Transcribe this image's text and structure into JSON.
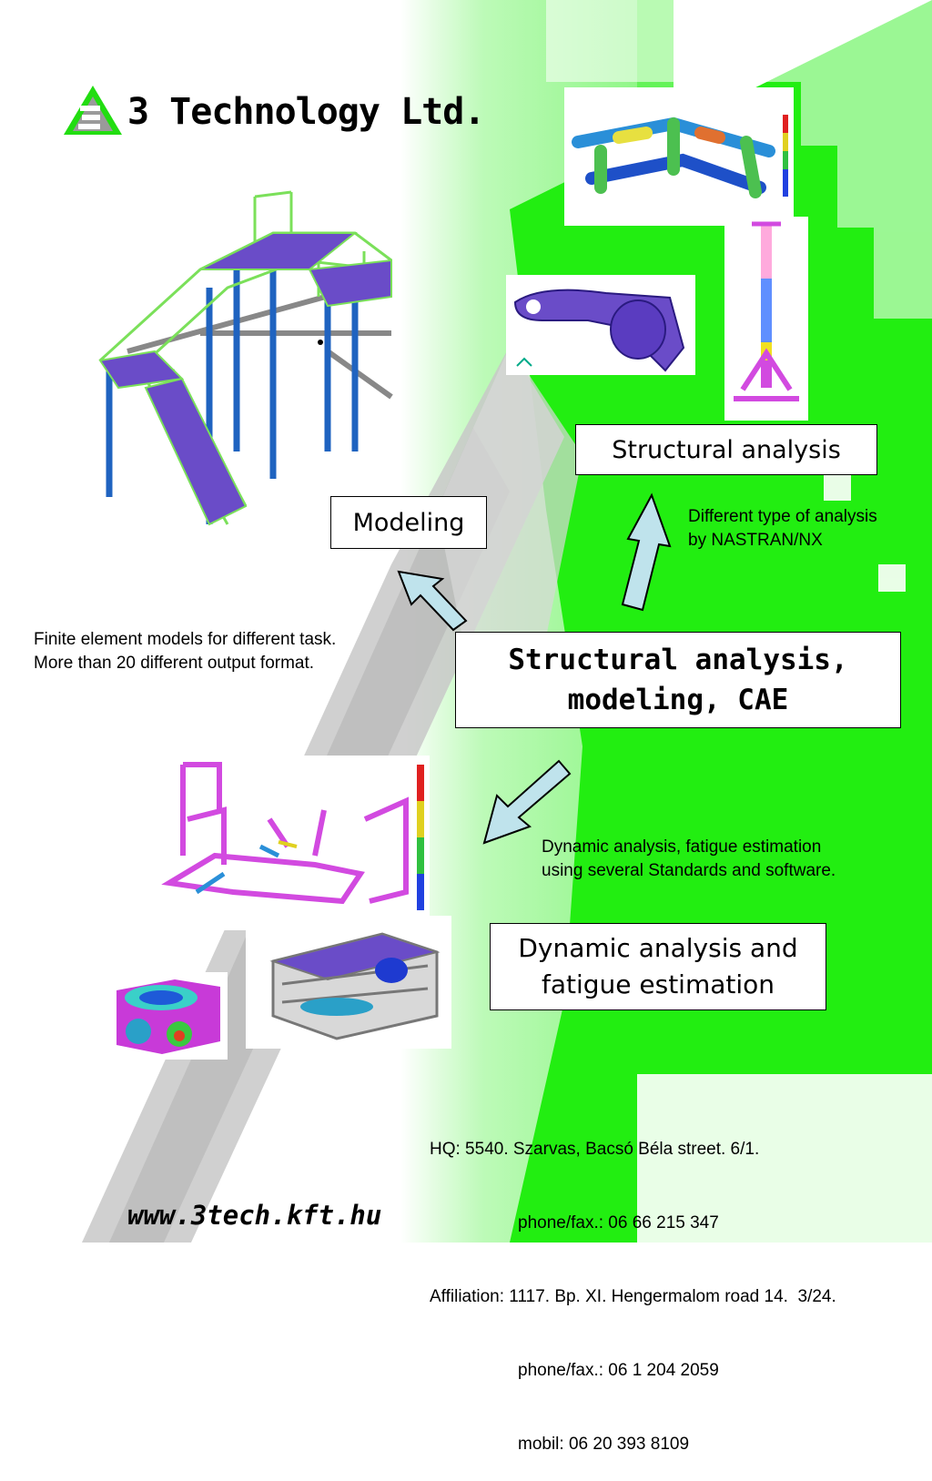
{
  "header": {
    "company_name": "3 Technology Ltd."
  },
  "boxes": {
    "structural": "Structural analysis",
    "modeling": "Modeling",
    "central_line1": "Structural analysis,",
    "central_line2": "modeling, CAE",
    "dynamic_line1": "Dynamic analysis and",
    "dynamic_line2": "fatigue estimation"
  },
  "captions": {
    "structural_line1": "Different type of analysis",
    "structural_line2": "by NASTRAN/NX",
    "modeling_line1": "Finite element models for different task.",
    "modeling_line2": "More than 20 different output format.",
    "dynamic_line1": "Dynamic analysis, fatigue estimation",
    "dynamic_line2": "using several Standards and software."
  },
  "contact": {
    "hq": "HQ: 5540. Szarvas, Bacsó Béla street. 6/1.",
    "hq_phone": "phone/fax.: 06 66 215 347",
    "affiliation": "Affiliation: 1117. Bp. XI. Hengermalom road 14.  3/24.",
    "aff_phone": "phone/fax.: 06 1 204 2059",
    "mobile": "mobil: 06 20 393 8109"
  },
  "footer": {
    "website": "www.3tech.kft.hu"
  },
  "colors": {
    "green": "#22ee11",
    "gray_band": "#c8c8c8",
    "arrow_fill": "#bfe3ec",
    "mesh_purple": "#6a4cc8",
    "mesh_green": "#7be05a",
    "magenta": "#d24ae0"
  },
  "icons": [
    "logo-icon",
    "up-arrow-icon",
    "left-arrow-icon",
    "down-left-arrow-icon"
  ]
}
